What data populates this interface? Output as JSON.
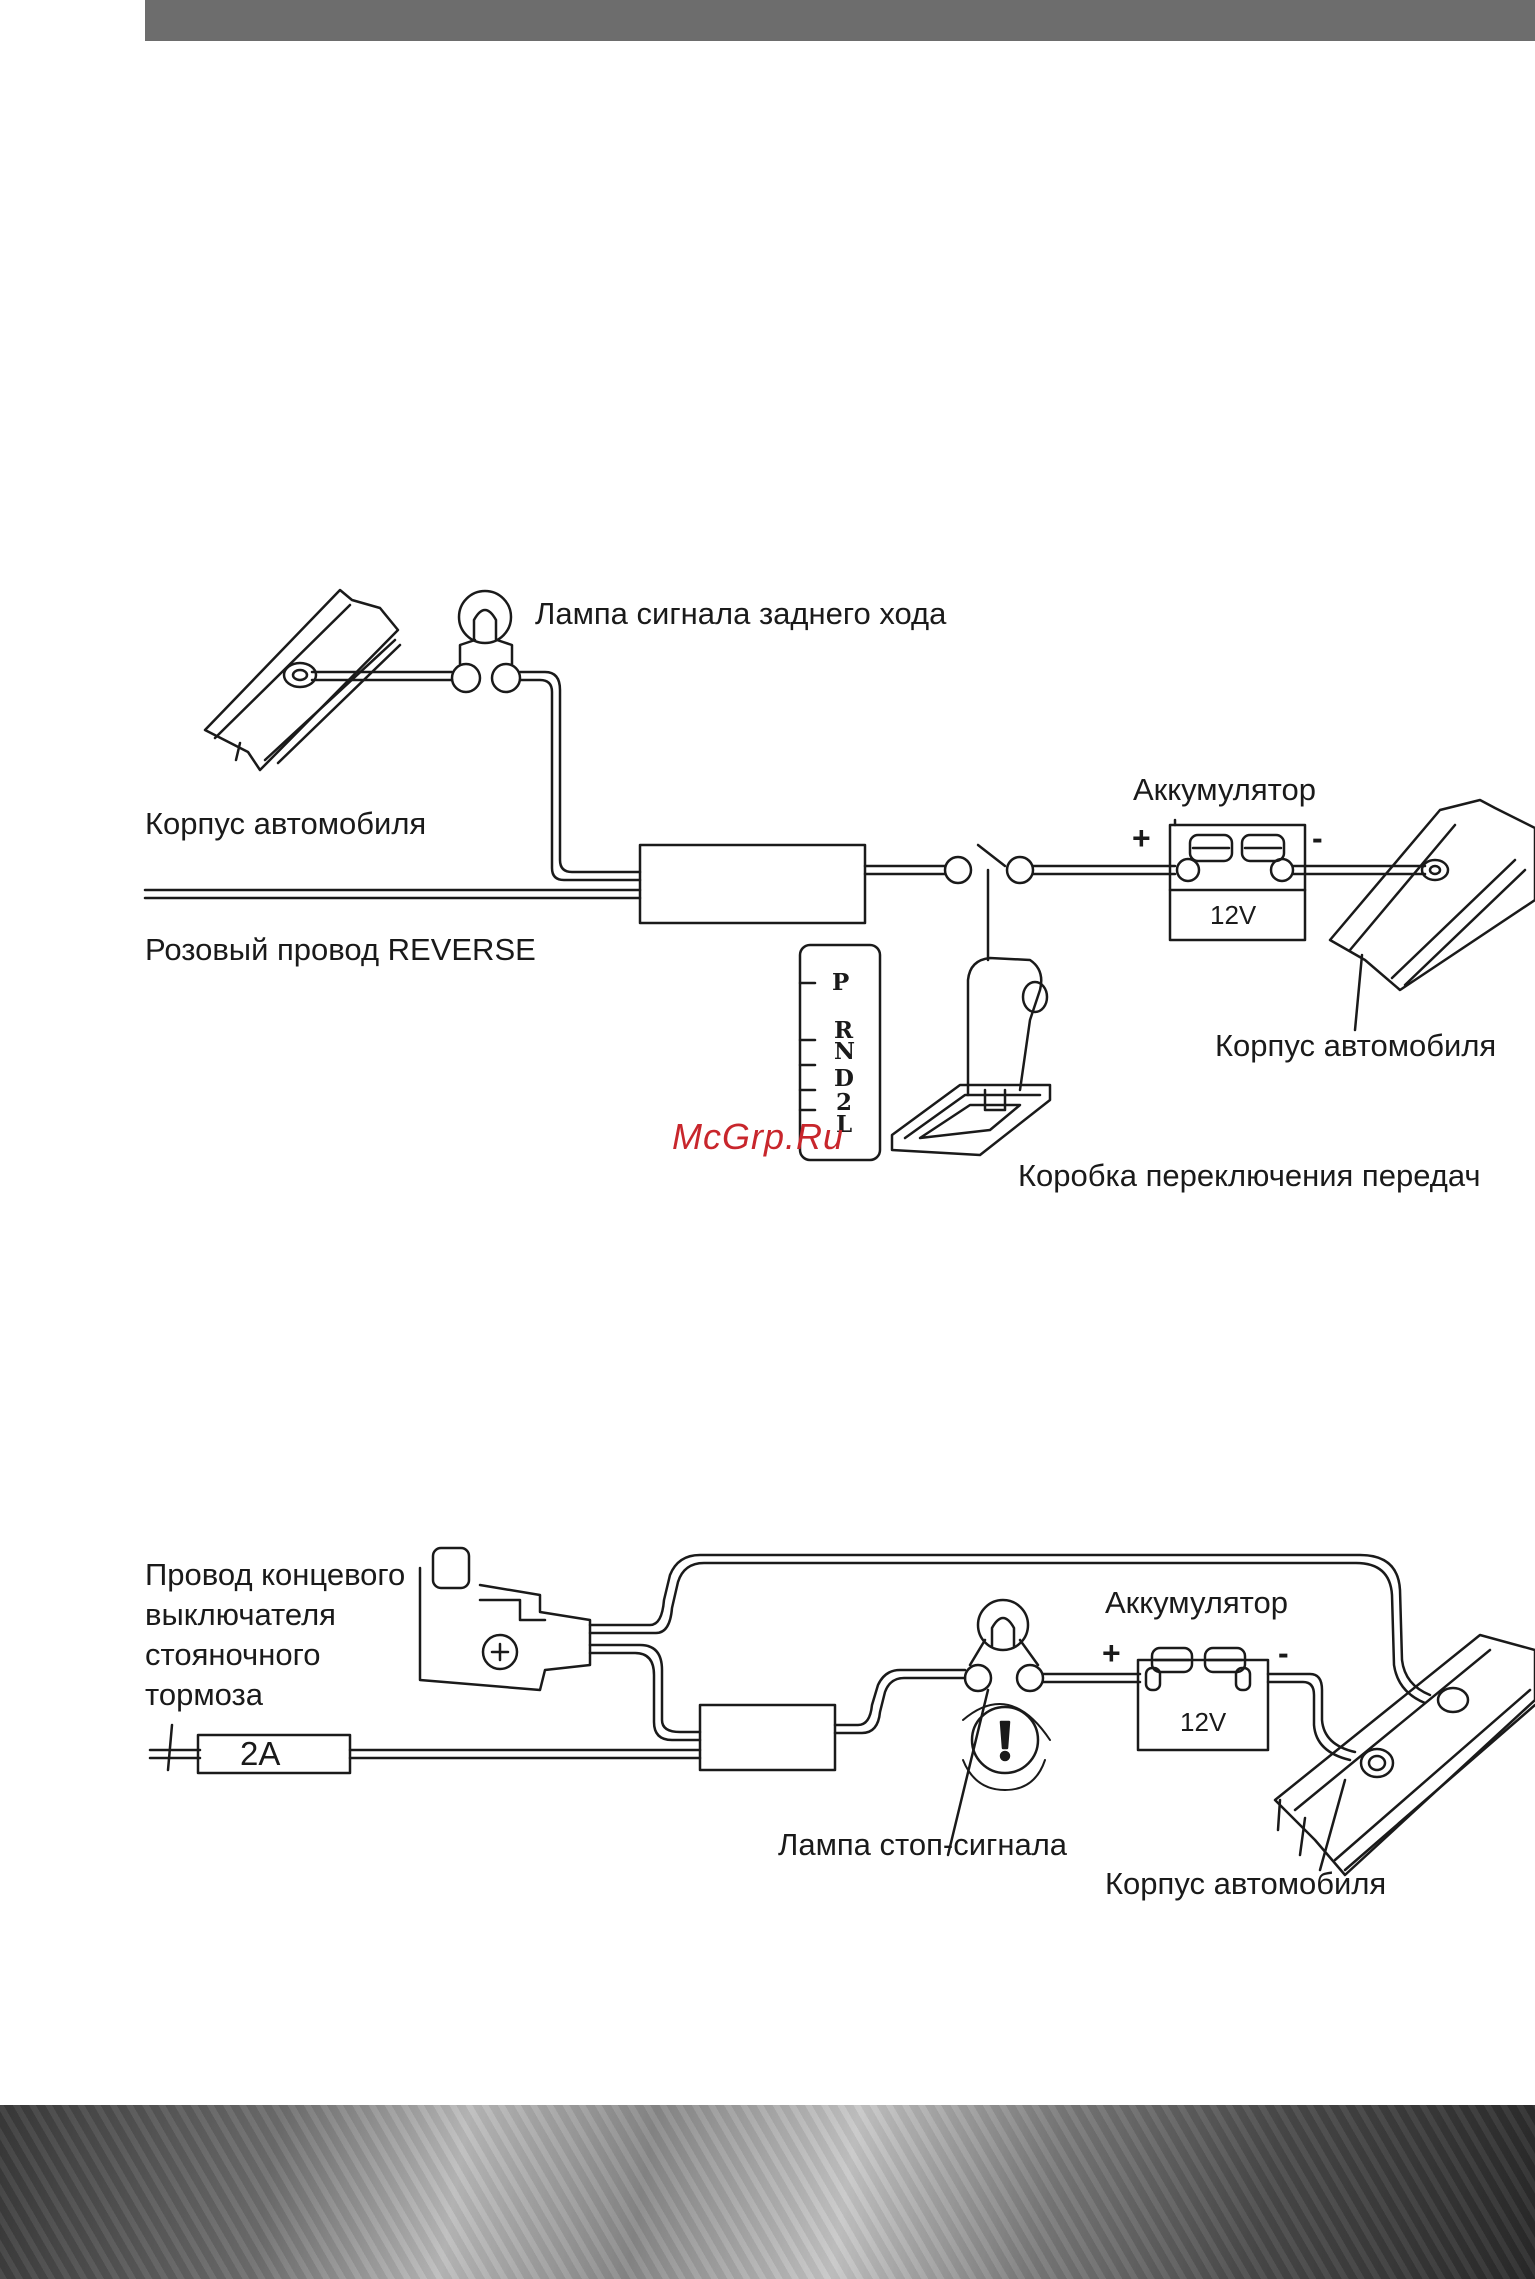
{
  "diagram1": {
    "lamp_label": "Лампа сигнала заднего хода",
    "body_label_left": "Корпус автомобиля",
    "wire_label": "Розовый провод REVERSE",
    "battery_label": "Аккумулятор",
    "plus": "+",
    "minus": "-",
    "battery_voltage": "12V",
    "body_label_right": "Корпус автомобиля",
    "gearbox_label": "Коробка переключения передач",
    "gear_p": "P",
    "gear_r": "R",
    "gear_n": "N",
    "gear_d": "D",
    "gear_2": "2",
    "gear_l": "L"
  },
  "watermark": "McGrp.Ru",
  "diagram2": {
    "switch_label": "Провод концевого выключателя стояночного тормоза",
    "fuse_label": "2A",
    "battery_label": "Аккумулятор",
    "plus": "+",
    "minus": "-",
    "battery_voltage": "12V",
    "brake_lamp_label": "Лампа стоп-сигнала",
    "body_label": "Корпус автомобиля"
  }
}
